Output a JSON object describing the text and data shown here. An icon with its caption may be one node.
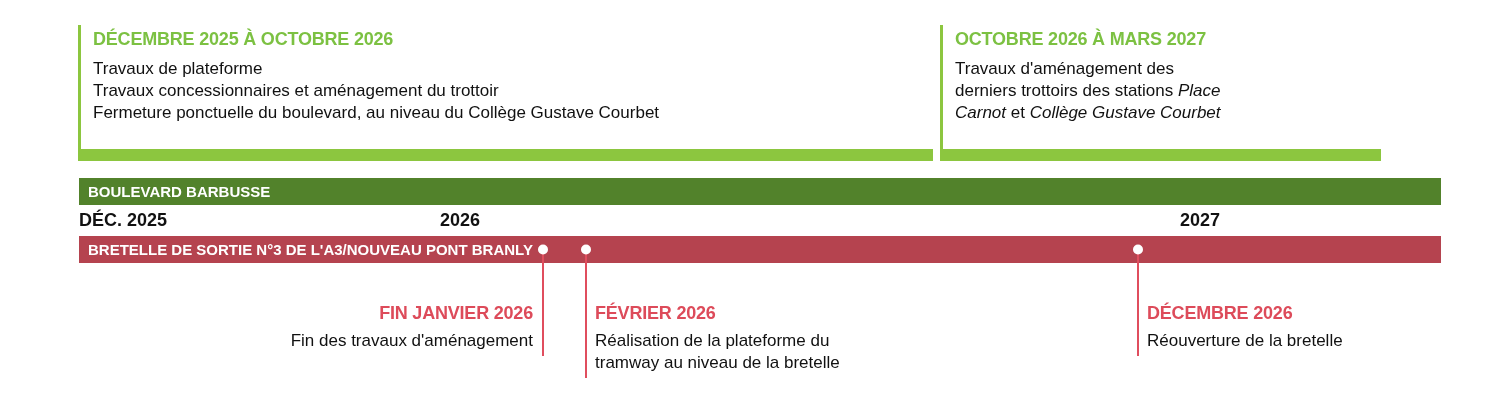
{
  "diagram": {
    "nodes": [
      {
        "text": [
          "DÉCEMBRE 2025 À OCTOBRE 2026",
          "Travaux de plateforme",
          "Travaux concessionnaires et aménagement du trottoir",
          "Fermeture ponctuelle du boulevard, au niveau du Collège Gustave Courbet"
        ]
      },
      {
        "text": [
          "OCTOBRE 2026 À MARS 2027",
          "Travaux d'aménagement des derniers trottoirs des stations *Place Carnot* et *Collège Gustave Courbet*"
        ]
      },
      {
        "text": [
          "BOULEVARD BARBUSSE"
        ]
      },
      {
        "text": [
          "BRETELLE DE SORTIE N°3 DE L'A3/NOUVEAU PONT BRANLY"
        ]
      },
      {
        "text": [
          "FIN JANVIER 2026",
          "Fin des travaux d'aménagement"
        ]
      },
      {
        "text": [
          "FÉVRIER 2026",
          "Réalisation de la plateforme du tramway au niveau de la bretelle"
        ]
      },
      {
        "text": [
          "DÉCEMBRE 2026",
          "Réouverture de la bretelle"
        ]
      }
    ],
    "edges": [
      {
        "from": 3,
        "to": 4,
        "arrow": "other"
      },
      {
        "from": 3,
        "to": 5,
        "arrow": "other"
      },
      {
        "from": 3,
        "to": 6,
        "arrow": "other"
      }
    ],
    "labels": [
      "DÉC. 2025",
      "2026",
      "2027"
    ]
  }
}
